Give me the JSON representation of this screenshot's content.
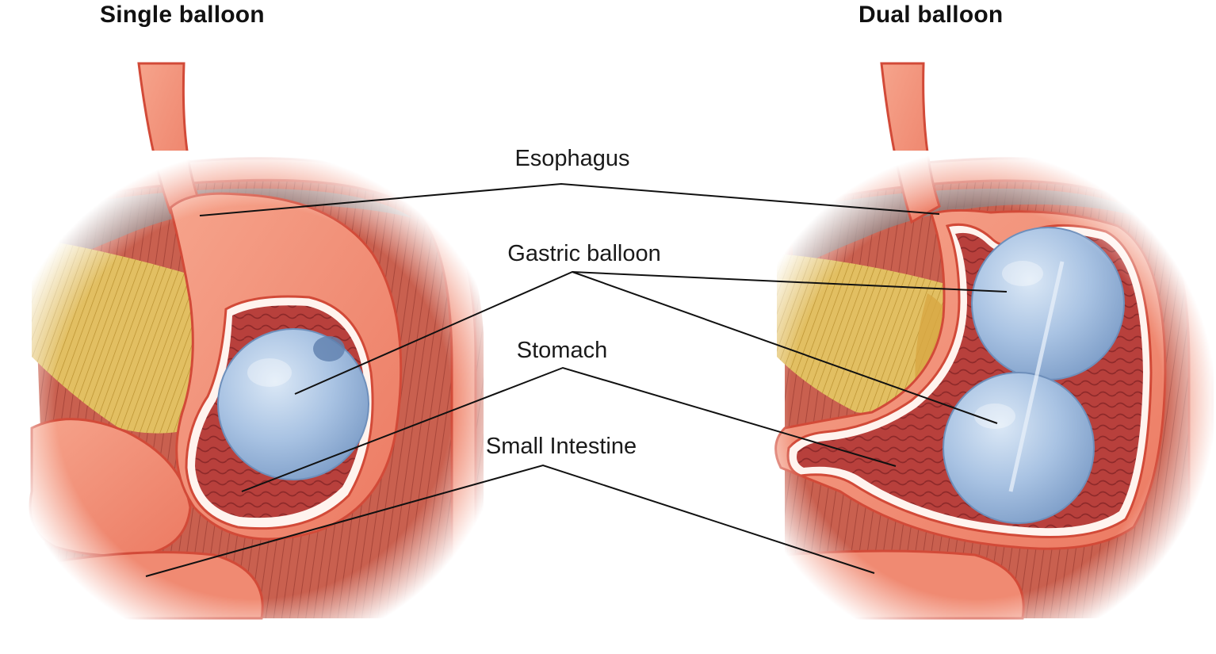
{
  "panels": {
    "left": {
      "title": "Single balloon"
    },
    "right": {
      "title": "Dual balloon"
    }
  },
  "labels": {
    "esophagus": "Esophagus",
    "gastric_balloon": "Gastric balloon",
    "stomach": "Stomach",
    "small_intestine": "Small Intestine"
  },
  "colors": {
    "tissue": "#f08a72",
    "tissue_outline": "#d24a38",
    "stomach_lining": "#b8403c",
    "balloon": "#a9c3e3",
    "fat": "#e6c468",
    "leader_line": "#111111"
  }
}
